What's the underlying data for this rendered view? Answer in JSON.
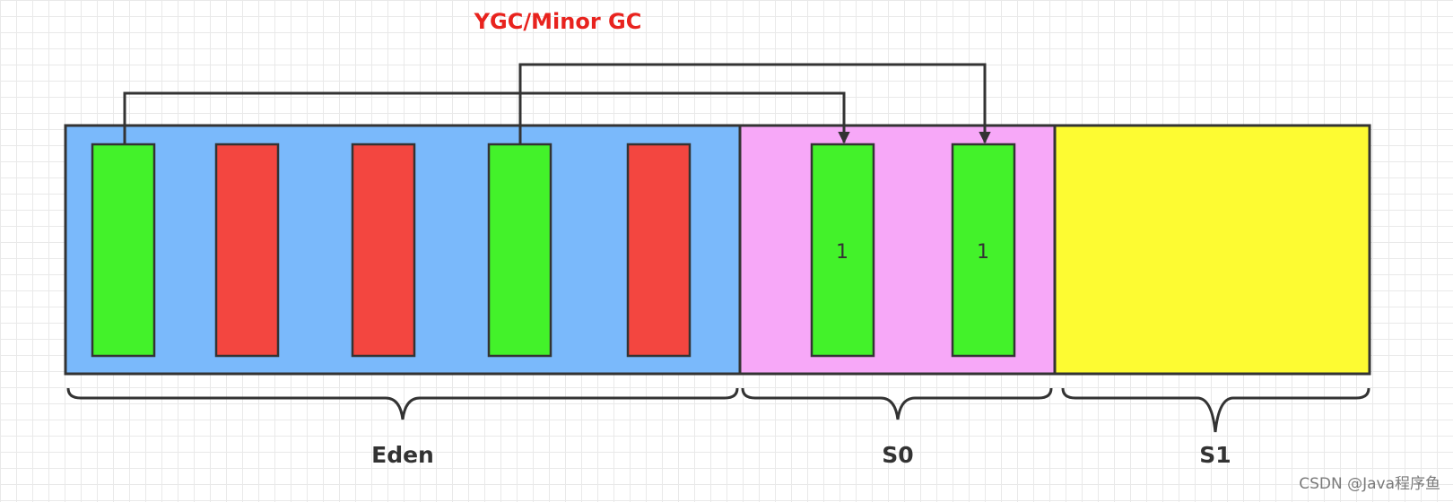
{
  "title": {
    "text": "YGC/Minor GC",
    "color": "#e8231e"
  },
  "regions": {
    "eden": {
      "label": "Eden",
      "color": "#7ab9fb"
    },
    "s0": {
      "label": "S0",
      "color": "#f7a8f8"
    },
    "s1": {
      "label": "S1",
      "color": "#fdfb32"
    }
  },
  "objects": {
    "eden": [
      {
        "state": "live"
      },
      {
        "state": "garbage"
      },
      {
        "state": "garbage"
      },
      {
        "state": "live"
      },
      {
        "state": "garbage"
      }
    ],
    "s0": [
      {
        "state": "live",
        "age": "1"
      },
      {
        "state": "live",
        "age": "1"
      }
    ]
  },
  "colors": {
    "live": "#43f22a",
    "garbage": "#f34640",
    "outline": "#333333"
  },
  "watermark": "CSDN @Java程序鱼"
}
